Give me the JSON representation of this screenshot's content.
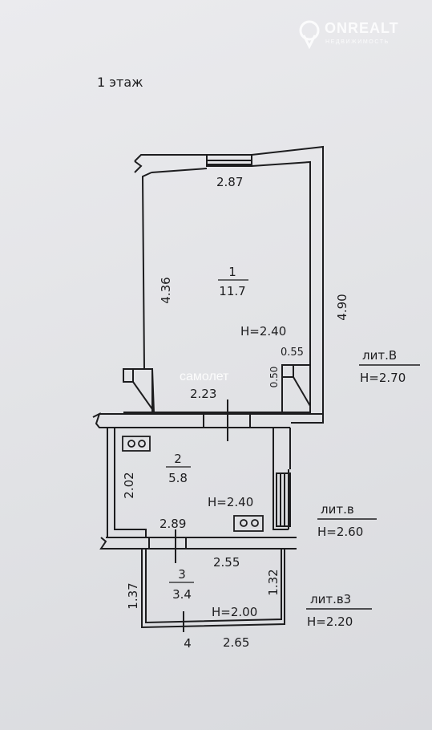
{
  "floor_label": "1 этаж",
  "watermark": {
    "brand": "ONREALT",
    "tagline": "НЕДВИЖИМОСТЬ",
    "overlay": "самолет"
  },
  "room1": {
    "number": "1",
    "area": "11.7",
    "height": "H=2.40",
    "width_top": "2.87",
    "length_left": "4.36",
    "length_right": "4.90",
    "bottom_width": "2.23",
    "niche_w": "0.55",
    "niche_h": "0.50"
  },
  "room2": {
    "number": "2",
    "area": "5.8",
    "height": "H=2.40",
    "length_left": "2.02",
    "bottom_width": "2.89"
  },
  "room3": {
    "number": "3",
    "area": "3.4",
    "height": "H=2.00",
    "width_top": "2.55",
    "length_left": "1.37",
    "length_right": "1.32",
    "bottom_width": "2.65"
  },
  "room4": {
    "number": "4"
  },
  "lit_B": {
    "name": "лит.В",
    "height": "H=2.70"
  },
  "lit_b": {
    "name": "лит.в",
    "height": "H=2.60"
  },
  "lit_b3": {
    "name": "лит.в3",
    "height": "H=2.20"
  },
  "colors": {
    "ink": "#1d1d1f",
    "paper": "#e4e5e8"
  }
}
